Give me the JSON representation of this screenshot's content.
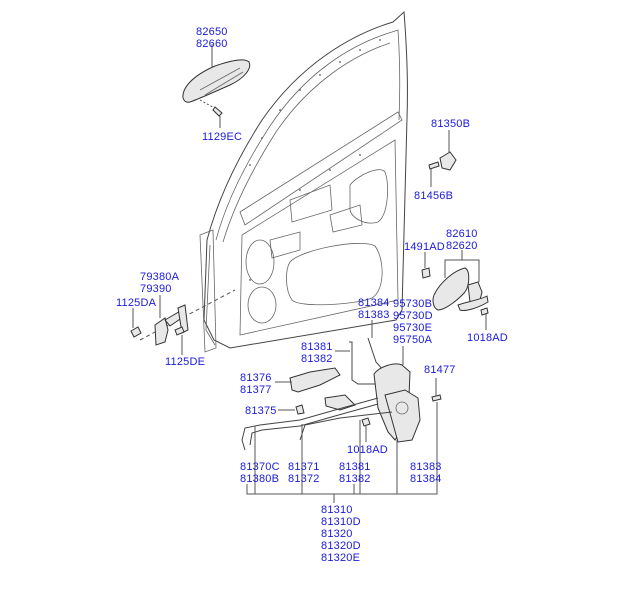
{
  "diagram": {
    "title": "Front Door Panel & Lock Assembly Parts Diagram",
    "accent_color": "#1a1adc",
    "labels": {
      "outside_handle": [
        "82650",
        "82660"
      ],
      "outside_handle_screw": [
        "1129EC"
      ],
      "striker": [
        "81350B"
      ],
      "striker_screw": [
        "81456B"
      ],
      "clip": [
        "1491AD"
      ],
      "inside_handle": [
        "82610",
        "82620"
      ],
      "inside_handle_screw": [
        "1018AD"
      ],
      "checker": [
        "79380A",
        "79390"
      ],
      "checker_bolt_1": [
        "1125DA"
      ],
      "checker_bolt_2": [
        "1125DE"
      ],
      "rod_upper": [
        "81384",
        "81383"
      ],
      "actuator": [
        "95730B",
        "95730D",
        "95730E",
        "95750A"
      ],
      "rod_inner": [
        "81381",
        "81382"
      ],
      "lock_bracket": [
        "81376",
        "81377"
      ],
      "lock_screw": [
        "81477"
      ],
      "clip_small": [
        "81375"
      ],
      "latch_screw": [
        "1018AD"
      ],
      "cable_a": [
        "81370C",
        "81380B"
      ],
      "cable_b": [
        "81371",
        "81372"
      ],
      "rod_c": [
        "81381",
        "81382"
      ],
      "rod_d": [
        "81383",
        "81384"
      ],
      "lock_assembly": [
        "81310",
        "81310D",
        "81320",
        "81320D",
        "81320E"
      ]
    }
  }
}
